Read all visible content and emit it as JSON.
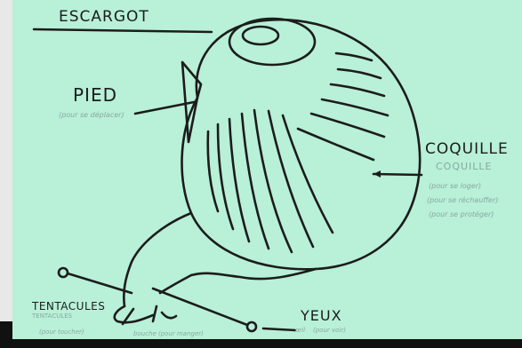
{
  "diagram": {
    "title": "ESCARGOT",
    "colors": {
      "paper": "#b8f0d8",
      "ink": "#1c1c1c",
      "pencil": "#8aa9a0",
      "frame_left": "#e8e8e8",
      "frame_bottom": "#111111"
    },
    "labels": {
      "pied": {
        "main": "PIED",
        "note": "(pour se déplacer)"
      },
      "coquille": {
        "main": "COQUILLE",
        "pencil_title": "COQUILLE",
        "notes": [
          "(pour se loger)",
          "(pour se réchauffer)",
          "(pour se protéger)"
        ]
      },
      "tentacules": {
        "main": "TENTACULES",
        "pencil_title": "TENTACULES",
        "note": "(pour toucher)"
      },
      "yeux": {
        "main": "YEUX",
        "pencil_prefix": "œil",
        "note": "(pour voir)"
      },
      "bouche": {
        "note": "bouche (pour manger)"
      }
    }
  }
}
